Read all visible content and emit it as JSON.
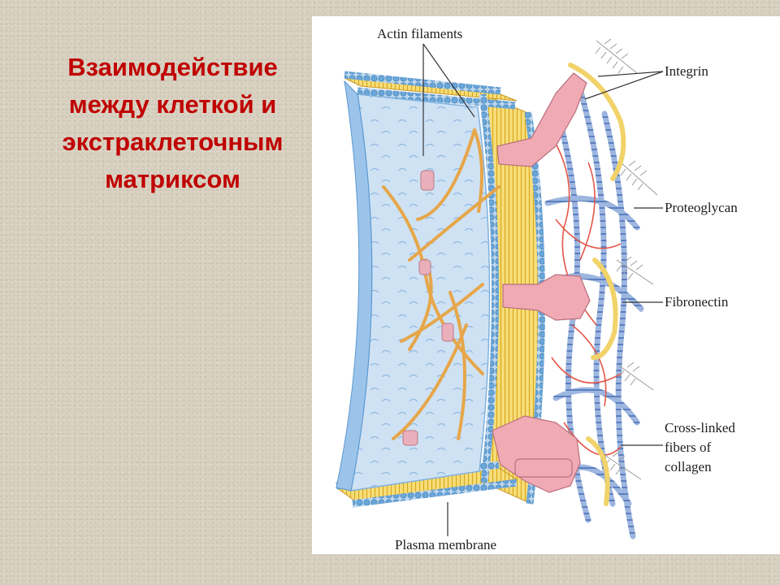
{
  "slide": {
    "title_lines": [
      "Взаимодействие",
      "между клеткой и",
      "экстраклеточным",
      "матриксом"
    ]
  },
  "diagram": {
    "labels": {
      "actin": "Actin filaments",
      "integrin": "Integrin",
      "proteoglycan": "Proteoglycan",
      "fibronectin": "Fibronectin",
      "collagen_lines": [
        "Cross-linked",
        "fibers of",
        "collagen"
      ],
      "membrane": "Plasma membrane"
    }
  },
  "colors": {
    "title": "#c00000",
    "cytoplasm": "#cfe2f4",
    "membrane_heads": "#6aa6d8",
    "lipid_tails": "#f3cc3c",
    "actin": "#e6a64a",
    "integrin": "#f0aab4",
    "collagen": "#7f9fd0",
    "fibronectin": "#e2584a",
    "proteoglycan": "#9a9a9a"
  }
}
